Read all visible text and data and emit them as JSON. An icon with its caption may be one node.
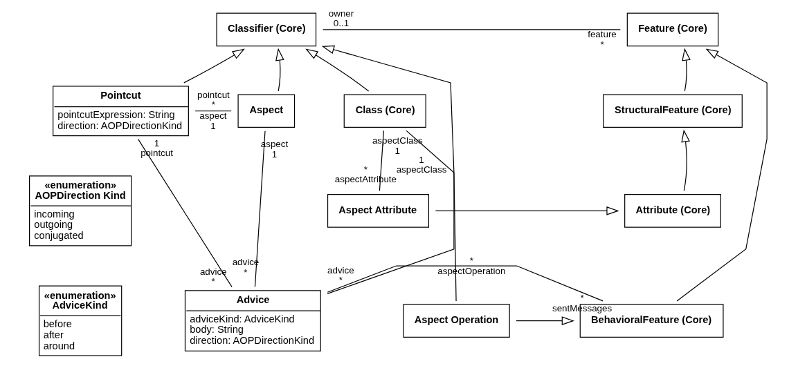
{
  "diagram": {
    "nodes": [
      {
        "text": [
          "Classifier (Core)"
        ]
      },
      {
        "text": [
          "Feature (Core)"
        ]
      },
      {
        "text": [
          "Pointcut",
          "pointcutExpression: String",
          "direction: AOPDirectionKind"
        ]
      },
      {
        "text": [
          "Aspect"
        ]
      },
      {
        "text": [
          "Class (Core)"
        ]
      },
      {
        "text": [
          "StructuralFeature (Core)"
        ]
      },
      {
        "text": [
          "«enumeration»",
          "AOPDirection Kind",
          "incoming",
          "outgoing",
          "conjugated"
        ]
      },
      {
        "text": [
          "Aspect Attribute"
        ]
      },
      {
        "text": [
          "Attribute (Core)"
        ]
      },
      {
        "text": [
          "Advice",
          "adviceKind: AdviceKind",
          "body: String",
          "direction: AOPDirectionKind"
        ]
      },
      {
        "text": [
          "Aspect Operation"
        ]
      },
      {
        "text": [
          "BehavioralFeature (Core)"
        ]
      },
      {
        "text": [
          "«enumeration»",
          "AdviceKind",
          "before",
          "after",
          "around"
        ]
      }
    ],
    "edges": [
      {
        "from": 0,
        "to": 1,
        "arrow": "none"
      },
      {
        "from": 2,
        "to": 0,
        "arrow": "to"
      },
      {
        "from": 3,
        "to": 0,
        "arrow": "to"
      },
      {
        "from": 4,
        "to": 0,
        "arrow": "to"
      },
      {
        "from": 9,
        "to": 0,
        "arrow": "to"
      },
      {
        "from": 2,
        "to": 3,
        "arrow": "none"
      },
      {
        "from": 5,
        "to": 1,
        "arrow": "to"
      },
      {
        "from": 11,
        "to": 1,
        "arrow": "to"
      },
      {
        "from": 4,
        "to": 7,
        "arrow": "none"
      },
      {
        "from": 8,
        "to": 5,
        "arrow": "to"
      },
      {
        "from": 7,
        "to": 8,
        "arrow": "to"
      },
      {
        "from": 2,
        "to": 9,
        "arrow": "none"
      },
      {
        "from": 3,
        "to": 9,
        "arrow": "none"
      },
      {
        "from": 4,
        "to": 10,
        "arrow": "none"
      },
      {
        "from": 10,
        "to": 11,
        "arrow": "to"
      },
      {
        "from": 9,
        "to": 11,
        "arrow": "none"
      }
    ],
    "labels": [
      "owner",
      "feature",
      "0..1",
      "*",
      "pointcut",
      "*",
      "aspect",
      "1",
      "aspectClass",
      "1",
      "*",
      "aspectAttribute",
      "1",
      "pointcut",
      "aspect",
      "1",
      "1",
      "aspectClass",
      "advice",
      "*",
      "advice",
      "*",
      "*",
      "aspectOperation",
      "*",
      "sentMessages",
      "advice",
      "*"
    ]
  }
}
